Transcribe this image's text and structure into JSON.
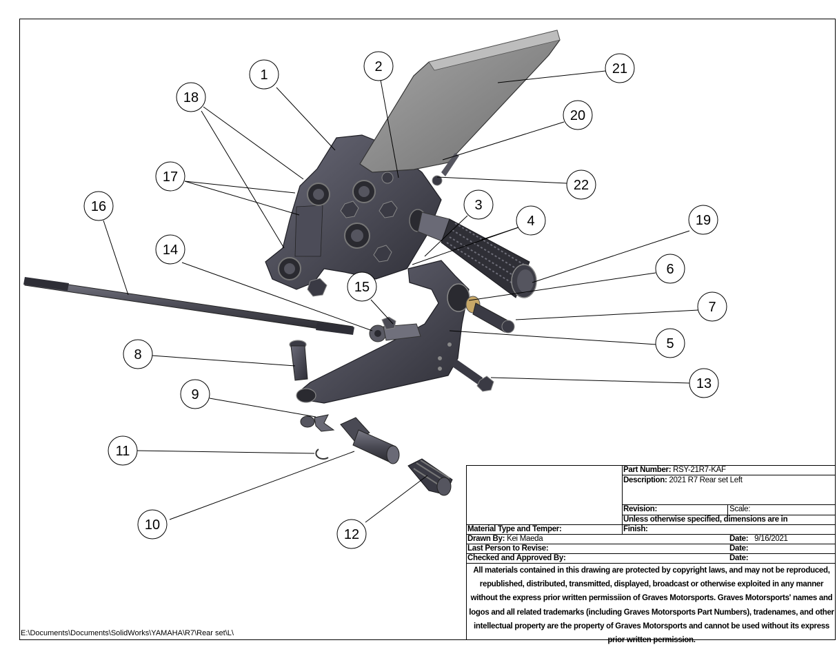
{
  "balloons": [
    {
      "id": "b1",
      "label": "1"
    },
    {
      "id": "b2",
      "label": "2"
    },
    {
      "id": "b3",
      "label": "3"
    },
    {
      "id": "b4",
      "label": "4"
    },
    {
      "id": "b5",
      "label": "5"
    },
    {
      "id": "b6",
      "label": "6"
    },
    {
      "id": "b7",
      "label": "7"
    },
    {
      "id": "b8",
      "label": "8"
    },
    {
      "id": "b9",
      "label": "9"
    },
    {
      "id": "b10",
      "label": "10"
    },
    {
      "id": "b11",
      "label": "11"
    },
    {
      "id": "b12",
      "label": "12"
    },
    {
      "id": "b13",
      "label": "13"
    },
    {
      "id": "b14",
      "label": "14"
    },
    {
      "id": "b15",
      "label": "15"
    },
    {
      "id": "b16",
      "label": "16"
    },
    {
      "id": "b17",
      "label": "17"
    },
    {
      "id": "b18",
      "label": "18"
    },
    {
      "id": "b19",
      "label": "19"
    },
    {
      "id": "b20",
      "label": "20"
    },
    {
      "id": "b21",
      "label": "21"
    },
    {
      "id": "b22",
      "label": "22"
    }
  ],
  "title_block": {
    "part_number_label": "Part Number:",
    "part_number_value": "RSY-21R7-KAF",
    "description_label": "Description:",
    "description_value": "2021 R7 Rear set  Left",
    "revision_label": "Revision:",
    "scale_label": "Scale:",
    "dimensions_note": "Unless otherwise specified, dimensions are in",
    "material_label": "Material Type and Temper:",
    "finish_label": "Finish:",
    "drawn_by_label": "Drawn By:",
    "drawn_by_value": "Kei Maeda",
    "date_label": "Date:",
    "drawn_date_value": "9/16/2021",
    "last_revise_label": "Last Person to Revise:",
    "checked_label": "Checked and Approved By:",
    "notice_lines": [
      "All materials contained in this drawing are protected by copyright laws, and may not be reproduced,",
      "republished, distributed, transmitted, displayed, broadcast or otherwise exploited in any manner",
      "without the express prior written permissiion of Graves Motorsports. Graves Motorsports' names and",
      "logos and all related trademarks (including Graves Motorsports Part Numbers), tradenames, and other",
      "intellectual property are the property of Graves Motorsports and cannot be used without its express",
      "prior written permission."
    ]
  },
  "file_path": "E:\\Documents\\Documents\\SolidWorks\\YAMAHA\\R7\\Rear set\\L\\",
  "colors": {
    "part_dark": "#3a3a44",
    "part_mid": "#5c5c68",
    "part_light": "#8a8a96",
    "heel_guard": "#8c8c8c",
    "line": "#000000"
  }
}
